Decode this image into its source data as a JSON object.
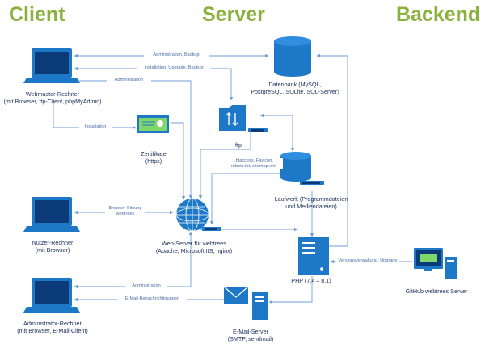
{
  "headers": {
    "client": "Client",
    "server": "Server",
    "backend": "Backend"
  },
  "nodes": {
    "webmaster": "Webmaster-Rechner\n(mit Browser, ftp-Client, phpMyAdmin)",
    "nutzer": "Nutzer-Rechner\n(mit Browser)",
    "admin": "Administrator-Rechner\n(mit Browser, E-Mail-Client)",
    "datenbank": "Datenbank (MySQL,\nPostgreSQL, SQLite, SQL-Server)",
    "ftp": "ftp",
    "zertifikate": "Zertifikate\n(https)",
    "laufwerk": "Laufwerk (Programmdateien\nund Mediendateien)",
    "webserver": "Web-Server für webtrees\n(Apache, Microsoft IIS, nginx)",
    "php": "PHP (7.4 – 8.1)",
    "email": "E-Mail-Server\n(SMTP, sendmail)",
    "github": "GitHub webtrees Server"
  },
  "arrows": {
    "admin_backup": "Administration, Backup",
    "install_upgrade_backup": "Installation, Upgrade, Backup",
    "administration_top": "Administration",
    "installation": "Installation",
    "htaccess": ".htaccess, Favicon,\nrobots.txt, sitemap.xml",
    "browser_sitzung": "Browser-Sitzung\nwebtrees",
    "administration_bottom": "Administration",
    "email_notify": "E-Mail-Benachrichtigungen",
    "versionsverwaltung": "Versionsverwaltung, Upgrade"
  },
  "colors": {
    "header": "#8ab13d",
    "icon_blue": "#1e78c8",
    "icon_dark": "#0a3a78",
    "line": "#6f9fd8",
    "cert_green": "#7fd66a"
  }
}
